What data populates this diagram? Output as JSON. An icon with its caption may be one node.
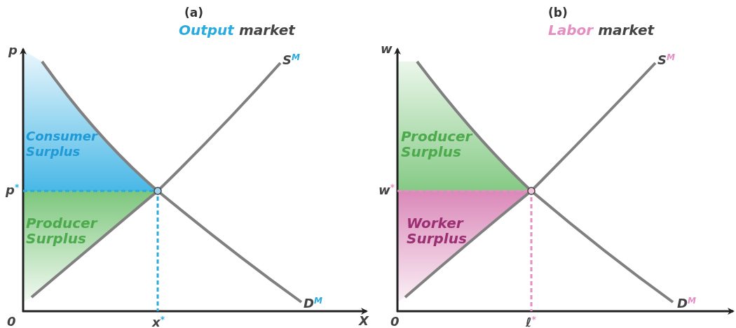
{
  "diagram": {
    "labels": [
      "(a)",
      "**Output** market",
      "p",
      "S$^{M}$",
      "Consumer Surplus",
      "p$^{*}$",
      "Producer Surplus",
      "D$^{M}$",
      "0",
      "x$^{*}$",
      "X",
      "(b)",
      "**Labor** market",
      "w",
      "S$^{M}$",
      "Producer Surplus",
      "w$^{*}$",
      "Worker Surplus",
      "D$^{M}$",
      "0",
      "ℓ$^{*}$"
    ]
  }
}
